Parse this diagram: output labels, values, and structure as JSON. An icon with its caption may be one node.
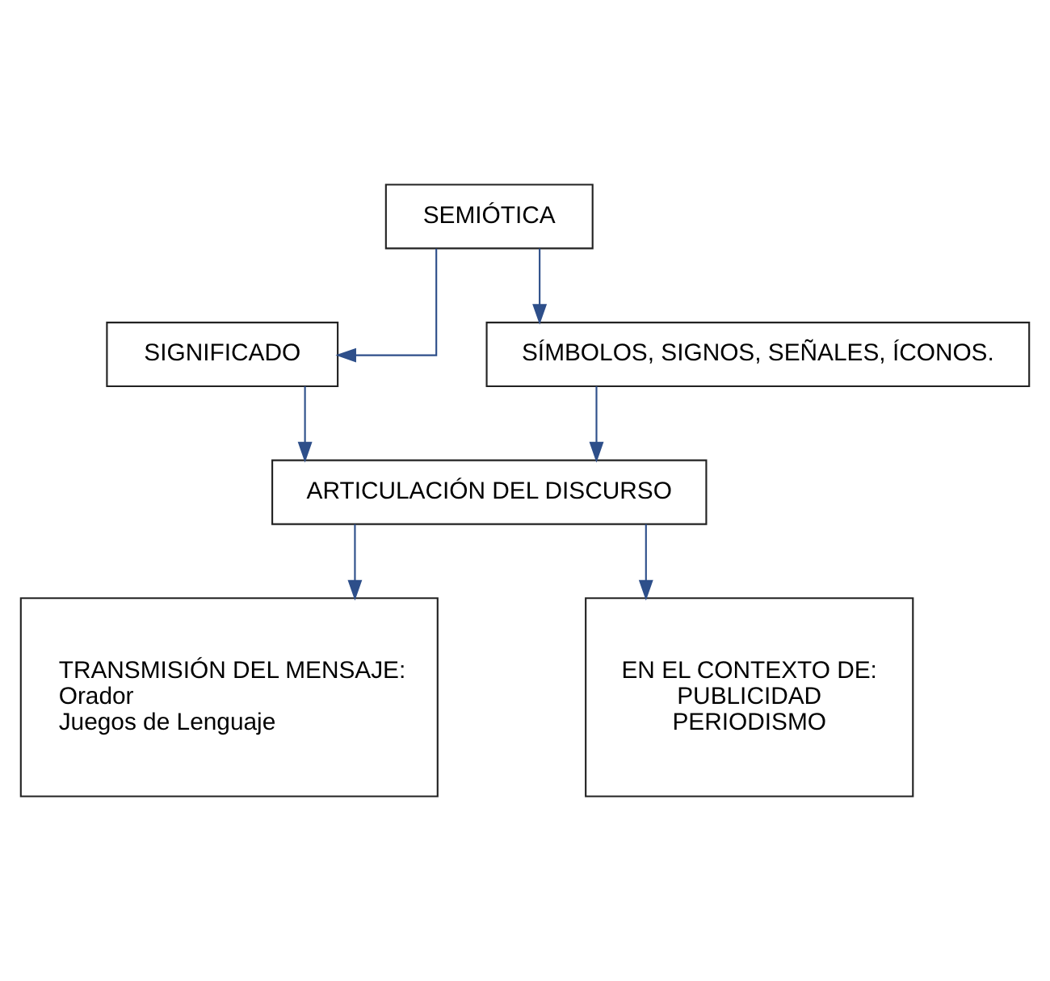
{
  "diagram": {
    "nodes": [
      {
        "text": [
          "SEMIÓTICA"
        ]
      },
      {
        "text": [
          "SIGNIFICADO"
        ]
      },
      {
        "text": [
          "SÍMBOLOS, SIGNOS, SEÑALES, ÍCONOS."
        ]
      },
      {
        "text": [
          "ARTICULACIÓN DEL DISCURSO"
        ]
      },
      {
        "text": [
          "TRANSMISIÓN DEL MENSAJE:",
          "Orador",
          "Juegos de Lenguaje"
        ]
      },
      {
        "text": [
          "EN EL CONTEXTO DE:",
          "PUBLICIDAD",
          "PERIODISMO"
        ]
      }
    ],
    "edges": [
      {
        "from": 0,
        "to": 1,
        "arrow": "to"
      },
      {
        "from": 0,
        "to": 2,
        "arrow": "to"
      },
      {
        "from": 1,
        "to": 3,
        "arrow": "to"
      },
      {
        "from": 2,
        "to": 3,
        "arrow": "to"
      },
      {
        "from": 3,
        "to": 4,
        "arrow": "to"
      },
      {
        "from": 3,
        "to": 5,
        "arrow": "to"
      }
    ]
  }
}
